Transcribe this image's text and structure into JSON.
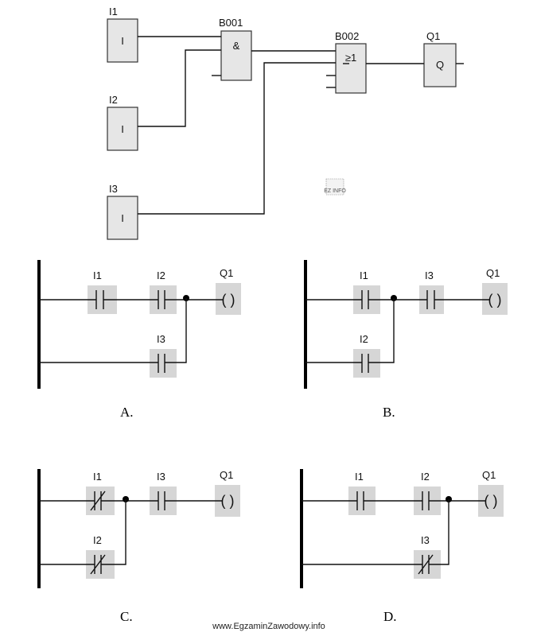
{
  "fbd": {
    "inputs": [
      {
        "name": "I1",
        "symbol": "I"
      },
      {
        "name": "I2",
        "symbol": "I"
      },
      {
        "name": "I3",
        "symbol": "I"
      }
    ],
    "and_block": {
      "name": "B001",
      "symbol": "&"
    },
    "or_block": {
      "name": "B002",
      "symbol": "≥1"
    },
    "output": {
      "name": "Q1",
      "symbol": "Q"
    }
  },
  "ladders": [
    {
      "option": "A.",
      "c1": "I1",
      "c2": "I2",
      "c3": "I3",
      "coil": "Q1",
      "coil_symbol": "( )"
    },
    {
      "option": "B.",
      "c1": "I1",
      "c2": "I3",
      "c3": "I2",
      "coil": "Q1",
      "coil_symbol": "( )"
    },
    {
      "option": "C.",
      "c1": "I1",
      "c2": "I3",
      "c3": "I2",
      "coil": "Q1",
      "coil_symbol": "( )"
    },
    {
      "option": "D.",
      "c1": "I1",
      "c2": "I2",
      "c3": "I3",
      "coil": "Q1",
      "coil_symbol": "( )"
    }
  ],
  "watermark": {
    "logo": "EZ INFO",
    "site": "www.EgzaminZawodowy.info"
  }
}
